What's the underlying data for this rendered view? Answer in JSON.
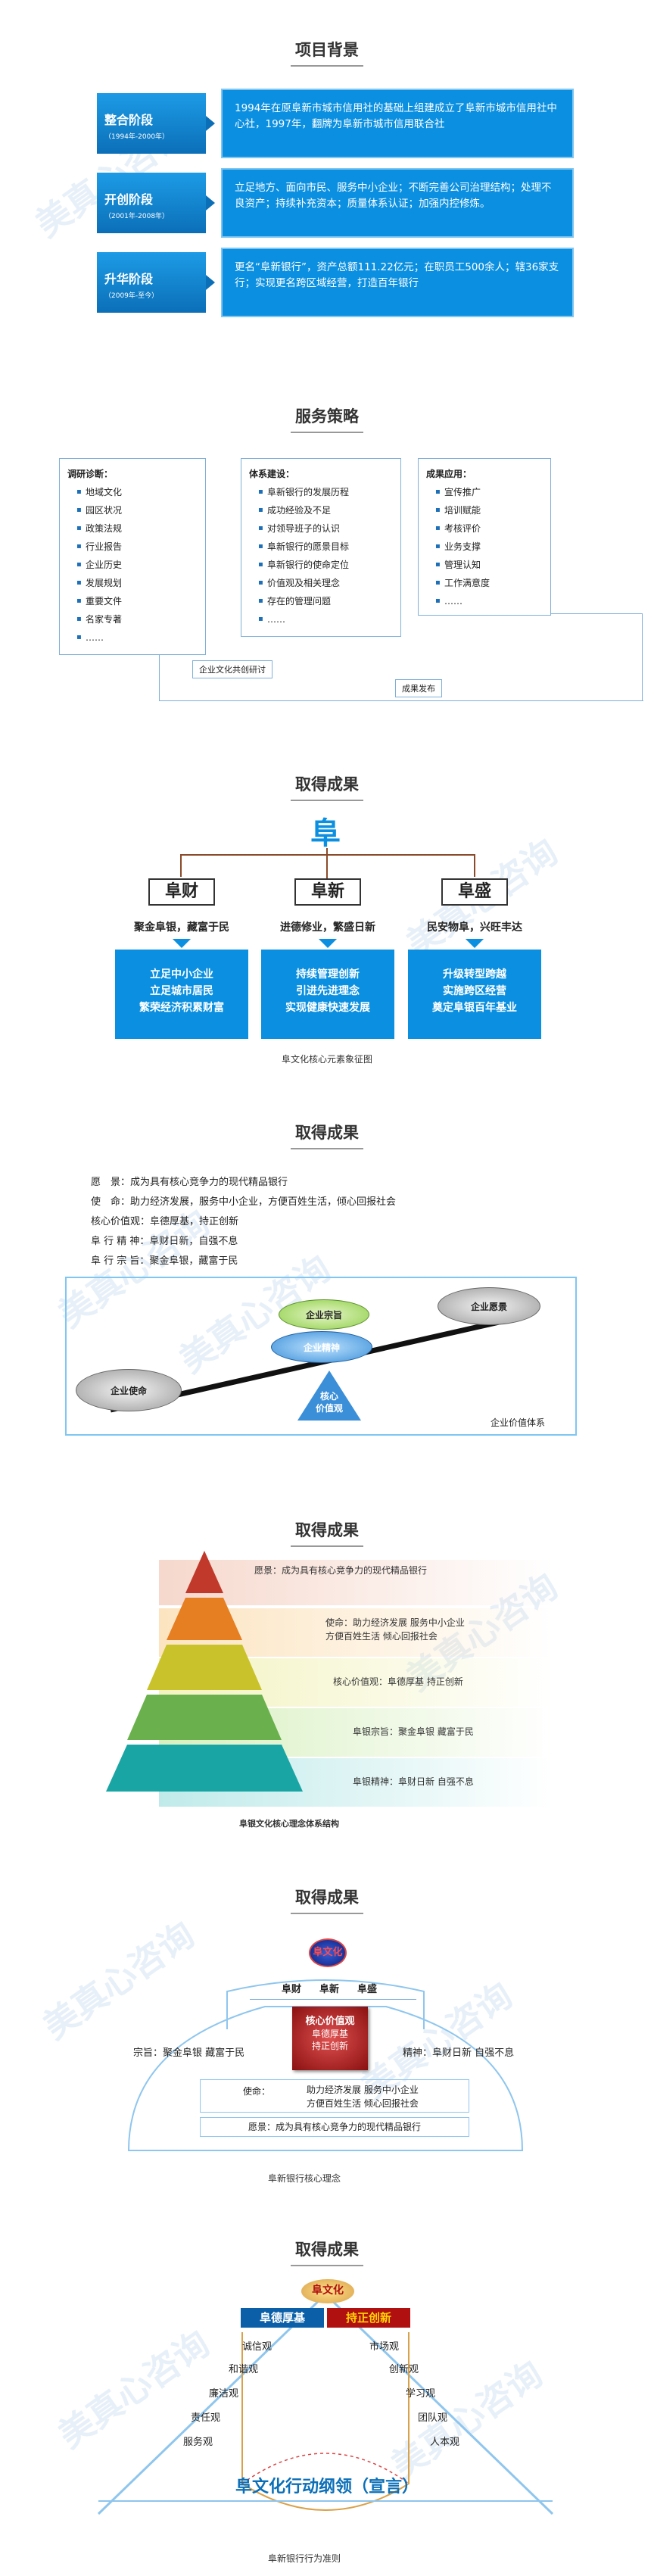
{
  "watermark": "美真心咨询",
  "s1": {
    "title": "项目背景",
    "stages": [
      {
        "name": "整合阶段",
        "sub": "（1994年-2000年）",
        "text": "1994年在原阜新市城市信用社的基础上组建成立了阜新市城市信用社中心社，1997年，翻牌为阜新市城市信用联合社"
      },
      {
        "name": "开创阶段",
        "sub": "（2001年-2008年）",
        "text": "立足地方、面向市民、服务中小企业；不断完善公司治理结构；处理不良资产；持续补充资本；质量体系认证；加强内控修炼。"
      },
      {
        "name": "升华阶段",
        "sub": "（2009年-至今）",
        "text": "更名“阜新银行”，资产总额111.22亿元；在职员工500余人；辖36家支行；实现更名跨区域经营，打造百年银行"
      }
    ]
  },
  "s2": {
    "title": "服务策略",
    "col1": {
      "head": "调研诊断：",
      "items": [
        "地域文化",
        "园区状况",
        "政策法规",
        "行业报告",
        "企业历史",
        "发展规划",
        "重要文件",
        "名家专著",
        "……"
      ]
    },
    "col2": {
      "head": "体系建设：",
      "items": [
        "阜新银行的发展历程",
        "成功经验及不足",
        "对领导班子的认识",
        "阜新银行的愿景目标",
        "阜新银行的使命定位",
        "价值观及相关理念",
        "存在的管理问题",
        "……"
      ]
    },
    "col3": {
      "head": "成果应用：",
      "items": [
        "宣传推广",
        "培训赋能",
        "考核评价",
        "业务支撑",
        "管理认知",
        "工作满意度",
        "……"
      ]
    },
    "label1": "企业文化共创研讨",
    "label2": "成果发布"
  },
  "s3": {
    "title": "取得成果",
    "root": "阜",
    "branches": [
      {
        "name": "阜财",
        "sub": "聚金阜银，藏富于民",
        "box": [
          "立足中小企业",
          "立足城市居民",
          "繁荣经济积累财富"
        ]
      },
      {
        "name": "阜新",
        "sub": "进德修业，繁盛日新",
        "box": [
          "持续管理创新",
          "引进先进理念",
          "实现健康快速发展"
        ]
      },
      {
        "name": "阜盛",
        "sub": "民安物阜，兴旺丰达",
        "box": [
          "升级转型跨越",
          "实施跨区经营",
          "奠定阜银百年基业"
        ]
      }
    ],
    "caption": "阜文化核心元素象征图"
  },
  "s4": {
    "title": "取得成果",
    "lines": [
      "愿　景：成为具有核心竞争力的现代精品银行",
      "使　命：助力经济发展，服务中小企业，方便百姓生活，倾心回报社会",
      "核心价值观：阜德厚基，持正创新",
      "阜 行 精 神：阜财日新，自强不息",
      "阜 行 宗 旨：聚金阜银，藏富于民"
    ],
    "mission": "企业使命",
    "purpose": "企业宗旨",
    "spirit": "企业精神",
    "vision": "企业愿景",
    "core": [
      "核心",
      "价值观"
    ],
    "caption": "企业价值体系"
  },
  "s5": {
    "title": "取得成果",
    "rows": [
      "愿景：成为具有核心竞争力的现代精品银行",
      "使命：助力经济发展  服务中小企业\n方便百姓生活  倾心回报社会",
      "核心价值观：阜德厚基  持正创新",
      "阜银宗旨：聚金阜银  藏富于民",
      "阜银精神：阜财日新  自强不息"
    ],
    "caption": "阜银文化核心理念体系结构"
  },
  "s6": {
    "title": "取得成果",
    "center": "阜文化",
    "triad": [
      "阜财",
      "阜新",
      "阜盛"
    ],
    "purpose": "宗旨：聚金阜银  藏富于民",
    "spirit": "精神：阜财日新  自强不息",
    "core": [
      "核心价值观",
      "阜德厚基",
      "持正创新"
    ],
    "mission_label": "使命：",
    "mission": [
      "助力经济发展  服务中小企业",
      "方便百姓生活  倾心回报社会"
    ],
    "vision": "愿景：成为具有核心竞争力的现代精品银行",
    "caption": "阜新银行核心理念"
  },
  "s7": {
    "title": "取得成果",
    "top": "阜文化",
    "left_label": "阜德厚基",
    "right_label": "持正创新",
    "left_items": [
      "诚信观",
      "和谐观",
      "廉洁观",
      "责任观",
      "服务观"
    ],
    "right_items": [
      "市场观",
      "创新观",
      "学习观",
      "团队观",
      "人本观"
    ],
    "bottom": "阜文化行动纲领（宣言）",
    "caption": "阜新银行行为准则"
  }
}
